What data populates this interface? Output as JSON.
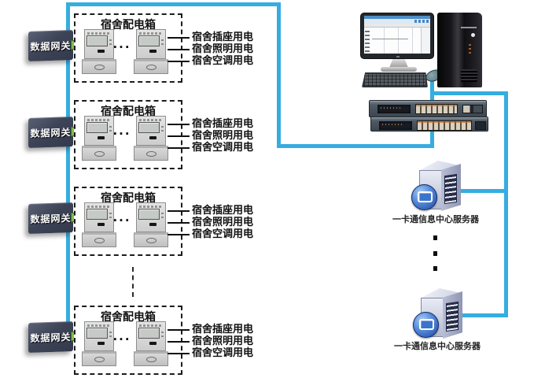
{
  "colors": {
    "wire": "#35ADE0",
    "gateway_box": "#3E4457",
    "gateway_connector": "#7CBF4A"
  },
  "left_column": {
    "gateways": [
      "数据网关",
      "数据网关",
      "数据网关",
      "数据网关"
    ],
    "meter_ellipsis": "···",
    "continuation_ellipsis": "⋮",
    "blocks": [
      {
        "title": "宿舍配电箱",
        "outputs": [
          "宿舍插座用电",
          "宿舍照明用电",
          "宿舍空调用电"
        ]
      },
      {
        "title": "宿舍配电箱",
        "outputs": [
          "宿舍插座用电",
          "宿舍照明用电",
          "宿舍空调用电"
        ]
      },
      {
        "title": "宿舍配电箱",
        "outputs": [
          "宿舍插座用电",
          "宿舍照明用电",
          "宿舍空调用电"
        ]
      },
      {
        "title": "宿舍配电箱",
        "outputs": [
          "宿舍插座用电",
          "宿舍照明用电",
          "宿舍空调用电"
        ]
      }
    ]
  },
  "right_column": {
    "icons": {
      "workstation": "desktop-computer-icon",
      "switch": "ethernet-switch-icon",
      "server": "server-tower-icon"
    },
    "servers": [
      {
        "label": "一卡通信息中心服务器"
      },
      {
        "label": "一卡通信息中心服务器"
      }
    ],
    "server_ellipsis": "⋮"
  }
}
